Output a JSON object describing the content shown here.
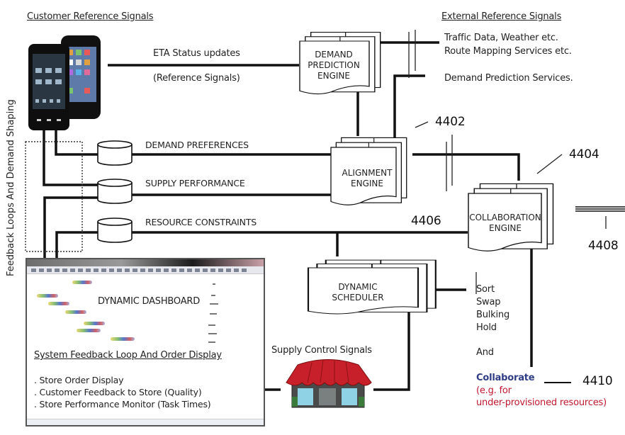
{
  "headers": {
    "customer": "Customer Reference Signals",
    "external": "External Reference Signals"
  },
  "signals": {
    "eta": "ETA Status updates",
    "reference": "(Reference Signals)",
    "traffic": "Traffic Data, Weather etc.",
    "route": "Route Mapping Services etc.",
    "demand_services": "Demand Prediction Services."
  },
  "side_label": "Feedback Loops And Demand Shaping",
  "databases": [
    {
      "label": "DEMAND PREFERENCES"
    },
    {
      "label": "SUPPLY PERFORMANCE"
    },
    {
      "label": "RESOURCE CONSTRAINTS"
    }
  ],
  "engines": {
    "demand_prediction": {
      "line1": "DEMAND",
      "line2": "PREDICTION",
      "line3": "ENGINE"
    },
    "alignment": {
      "line1": "ALIGNMENT",
      "line2": "ENGINE"
    },
    "collaboration": {
      "line1": "COLLABORATION",
      "line2": "ENGINE"
    },
    "scheduler": {
      "line1": "DYNAMIC",
      "line2": "SCHEDULER"
    }
  },
  "reference_numbers": {
    "r4402": "4402",
    "r4404": "4404",
    "r4406": "4406",
    "r4408": "4408",
    "r4410": "4410"
  },
  "dashboard": {
    "title": "DYNAMIC DASHBOARD",
    "subtitle": "System Feedback Loop And Order Display",
    "items": [
      ". Store Order Display",
      ". Customer Feedback to Store (Quality)",
      ". Store Performance Monitor (Task Times)"
    ]
  },
  "supply_control": "Supply  Control Signals",
  "actions": {
    "list": [
      "Sort",
      "Swap",
      "Bulking",
      "Hold"
    ],
    "and": "And",
    "collaborate": "Collaborate",
    "note_line1": "(e.g. for",
    "note_line2": "under-provisioned resources)"
  },
  "colors": {
    "collaborate": "#2f3c86",
    "note": "#c0172e",
    "store_awning": "#c8202a"
  }
}
